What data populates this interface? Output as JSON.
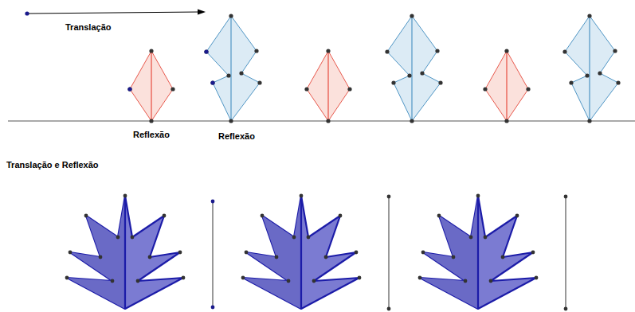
{
  "diagram": {
    "labels": [
      "Translação",
      "Reflexão",
      "Reflexão",
      "Translação e Reflexão"
    ]
  }
}
